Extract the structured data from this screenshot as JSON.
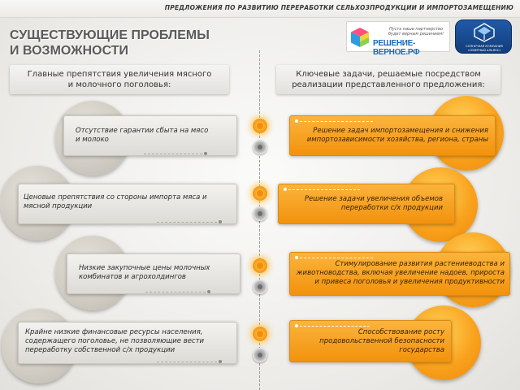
{
  "header": {
    "top_bar": "ПРЕДЛОЖЕНИЯ ПО РАЗВИТИЮ ПЕРЕРАБОТКИ СЕЛЬХОЗПРОДУКЦИИ И ИМПОРТОЗАМЕЩЕНИЮ",
    "title_lines": [
      "СУЩЕСТВУЮЩИЕ ПРОБЛЕМЫ",
      "И ВОЗМОЖНОСТИ"
    ]
  },
  "logos": {
    "partner_slogan_lines": [
      "Пусть наше партнерство",
      "будет верным решением!"
    ],
    "partner_name": "РЕШЕНИЕ-ВЕРНОЕ.РФ",
    "emblem_text_lines": [
      "СОЛНЕЧНАЯ КОМПАНИЯ",
      "«СЕВЕРНЫЙ АЛЬЯНС»"
    ]
  },
  "columns": {
    "left_header_lines": [
      "Главные препятствия увеличения мясного",
      "и молочного поголовья:"
    ],
    "right_header_lines": [
      "Ключевые задачи, решаемые посредством",
      "реализации представленного предложения:"
    ]
  },
  "problems": [
    {
      "lines": [
        "Отсутствие гарантии сбыта на мясо",
        "и молоко"
      ]
    },
    {
      "lines": [
        "Ценовые препятствия со стороны импорта мяса и",
        "мясной продукции"
      ]
    },
    {
      "lines": [
        "Низкие закупочные цены молочных",
        "комбинатов и агрохолдингов"
      ]
    },
    {
      "lines": [
        "Крайне низкие финансовые ресурсы населения,",
        "содержащего поголовье, не позволяющие вести",
        "переработку собственной с/х продукции"
      ]
    }
  ],
  "tasks": [
    {
      "lines": [
        "Решение задач импортозамещения и снижения",
        "импортозависимости хозяйства, региона, страны"
      ]
    },
    {
      "lines": [
        "Решение задачи увеличения объемов",
        "переработки с/х продукции"
      ]
    },
    {
      "lines": [
        "Стимулирование развития растениеводства и",
        "животноводства, включая увеличение надоев, прироста",
        "и привеса поголовья и увеличения продуктивности"
      ]
    },
    {
      "lines": [
        "Способствование росту",
        "продовольственной безопасности",
        "государства"
      ]
    }
  ],
  "colors": {
    "accent_orange": "#f7a21d",
    "card_gray": "#e4e2dd",
    "emblem_blue": "#1f5aa8",
    "logo_blue": "#1c69b5"
  }
}
